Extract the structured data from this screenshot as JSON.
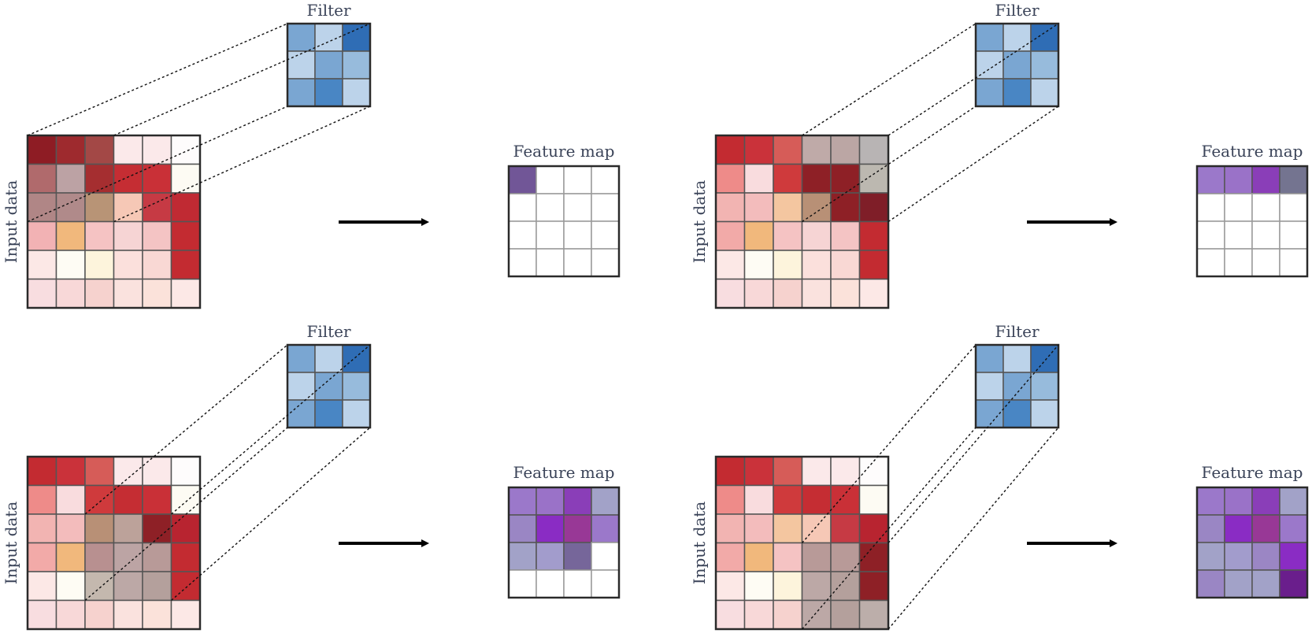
{
  "labels": {
    "filter": "Filter",
    "feature_map": "Feature map",
    "input_data": "Input data"
  },
  "colors": {
    "grid_line": "#555555",
    "feature_empty_line": "#9a9a9a",
    "arrow": "#000000",
    "text": "#3a4358"
  },
  "filter": [
    [
      "#7aa6d2",
      "#bcd3ea",
      "#2f6db5"
    ],
    [
      "#bcd3ea",
      "#7aa6d2",
      "#97bbdc"
    ],
    [
      "#7aa6d2",
      "#4986c4",
      "#bcd3ea"
    ]
  ],
  "panels": [
    {
      "id": "step-1",
      "input": [
        [
          "#8e1c24",
          "#9e2a2e",
          "#a34846",
          "#fbe9ea",
          "#fbe9ea",
          "#fefcfc"
        ],
        [
          "#b06a6c",
          "#bca2a4",
          "#a52e30",
          "#c52d33",
          "#c93037",
          "#fdfbf3"
        ],
        [
          "#b08686",
          "#b08a8a",
          "#b89476",
          "#f6c8b6",
          "#c63a44",
          "#c02a33"
        ],
        [
          "#f2b2b4",
          "#f1b87c",
          "#f5c3c3",
          "#f6d4d4",
          "#f4c4c4",
          "#c32b31"
        ],
        [
          "#fce8e6",
          "#fefcf4",
          "#fdf4dc",
          "#fbe0dc",
          "#f9d8d4",
          "#c32b31"
        ],
        [
          "#f8dde0",
          "#f8d8d8",
          "#f6d2ce",
          "#fae2de",
          "#fbe2da",
          "#fce8e6"
        ]
      ],
      "feature": [
        [
          "#715697",
          null,
          null,
          null
        ],
        [
          null,
          null,
          null,
          null
        ],
        [
          null,
          null,
          null,
          null
        ],
        [
          null,
          null,
          null,
          null
        ]
      ],
      "patch": {
        "row": 0,
        "col": 0
      }
    },
    {
      "id": "step-2",
      "input": [
        [
          "#c32b31",
          "#ca323a",
          "#d65c58",
          "#bfaaa8",
          "#bba6a4",
          "#b8b4b4"
        ],
        [
          "#ee8b89",
          "#f9dcde",
          "#cf3a3c",
          "#8e2026",
          "#8e2026",
          "#bcb8b0"
        ],
        [
          "#f2b4b2",
          "#f3bcbc",
          "#f4c6a0",
          "#b89076",
          "#8e2026",
          "#7f1e28"
        ],
        [
          "#f2aaa8",
          "#f1b87c",
          "#f5c3c3",
          "#f6d4d4",
          "#f4c4c4",
          "#c32b31"
        ],
        [
          "#fce8e6",
          "#fefcf4",
          "#fdf4dc",
          "#fbe0dc",
          "#f9d8d4",
          "#c32b31"
        ],
        [
          "#f8dde0",
          "#f8d8d8",
          "#f6d2ce",
          "#fae2de",
          "#fbe2da",
          "#fce8e6"
        ]
      ],
      "feature": [
        [
          "#9b78ca",
          "#9a72c8",
          "#8a3eb8",
          "#747490"
        ],
        [
          null,
          null,
          null,
          null
        ],
        [
          null,
          null,
          null,
          null
        ],
        [
          null,
          null,
          null,
          null
        ]
      ],
      "patch": {
        "row": 0,
        "col": 3
      }
    },
    {
      "id": "step-3",
      "input": [
        [
          "#c32b31",
          "#ca323a",
          "#d65c58",
          "#fbe9ea",
          "#fbe9ea",
          "#fefcfc"
        ],
        [
          "#ee8b89",
          "#f9dcde",
          "#cf3a3c",
          "#c52d33",
          "#c93037",
          "#fdfbf3"
        ],
        [
          "#f2b4b2",
          "#f3bcbc",
          "#b89076",
          "#bca29a",
          "#8e2026",
          "#b82430"
        ],
        [
          "#f2aaa8",
          "#f1b87c",
          "#b89090",
          "#bca4a4",
          "#b89a98",
          "#c32b31"
        ],
        [
          "#fce8e6",
          "#fefcf4",
          "#c4b8ae",
          "#bca8a6",
          "#b4a09c",
          "#c32b31"
        ],
        [
          "#f8dde0",
          "#f8d8d8",
          "#f6d2ce",
          "#fae2de",
          "#fbe2da",
          "#fce8e6"
        ]
      ],
      "feature": [
        [
          "#9b78ca",
          "#9a72c8",
          "#8a3eb8",
          "#a2a2c8"
        ],
        [
          "#9a86c4",
          "#8a2cc4",
          "#983896",
          "#9b78ca"
        ],
        [
          "#a2a2c8",
          "#a29ccc",
          "#76669a",
          null
        ],
        [
          null,
          null,
          null,
          null
        ]
      ],
      "patch": {
        "row": 2,
        "col": 2
      }
    },
    {
      "id": "step-4",
      "input": [
        [
          "#c32b31",
          "#ca323a",
          "#d65c58",
          "#fbe9ea",
          "#fbe9ea",
          "#fefcfc"
        ],
        [
          "#ee8b89",
          "#f9dcde",
          "#cf3a3c",
          "#c52d33",
          "#c93037",
          "#fdfbf3"
        ],
        [
          "#f2b4b2",
          "#f3bcbc",
          "#f4c6a0",
          "#f6c8b6",
          "#c63a44",
          "#b82430"
        ],
        [
          "#f2aaa8",
          "#f1b87c",
          "#f5c3c3",
          "#b89a98",
          "#b89a98",
          "#8e2026"
        ],
        [
          "#fce8e6",
          "#fefcf4",
          "#fdf4dc",
          "#bca8a6",
          "#b4a09c",
          "#8e2026"
        ],
        [
          "#f8dde0",
          "#f8d8d8",
          "#f6d2ce",
          "#bca8a6",
          "#b4a09c",
          "#bcaeaa"
        ]
      ],
      "feature": [
        [
          "#9b78ca",
          "#9a72c8",
          "#8a3eb8",
          "#a2a2c8"
        ],
        [
          "#9a86c4",
          "#8a2cc4",
          "#983896",
          "#9b78ca"
        ],
        [
          "#a2a2c8",
          "#a29ccc",
          "#9b86c4",
          "#8a2cc4"
        ],
        [
          "#9a86c4",
          "#a2a2c8",
          "#a2a2c8",
          "#6a1e8c"
        ]
      ],
      "patch": {
        "row": 3,
        "col": 3
      }
    }
  ]
}
